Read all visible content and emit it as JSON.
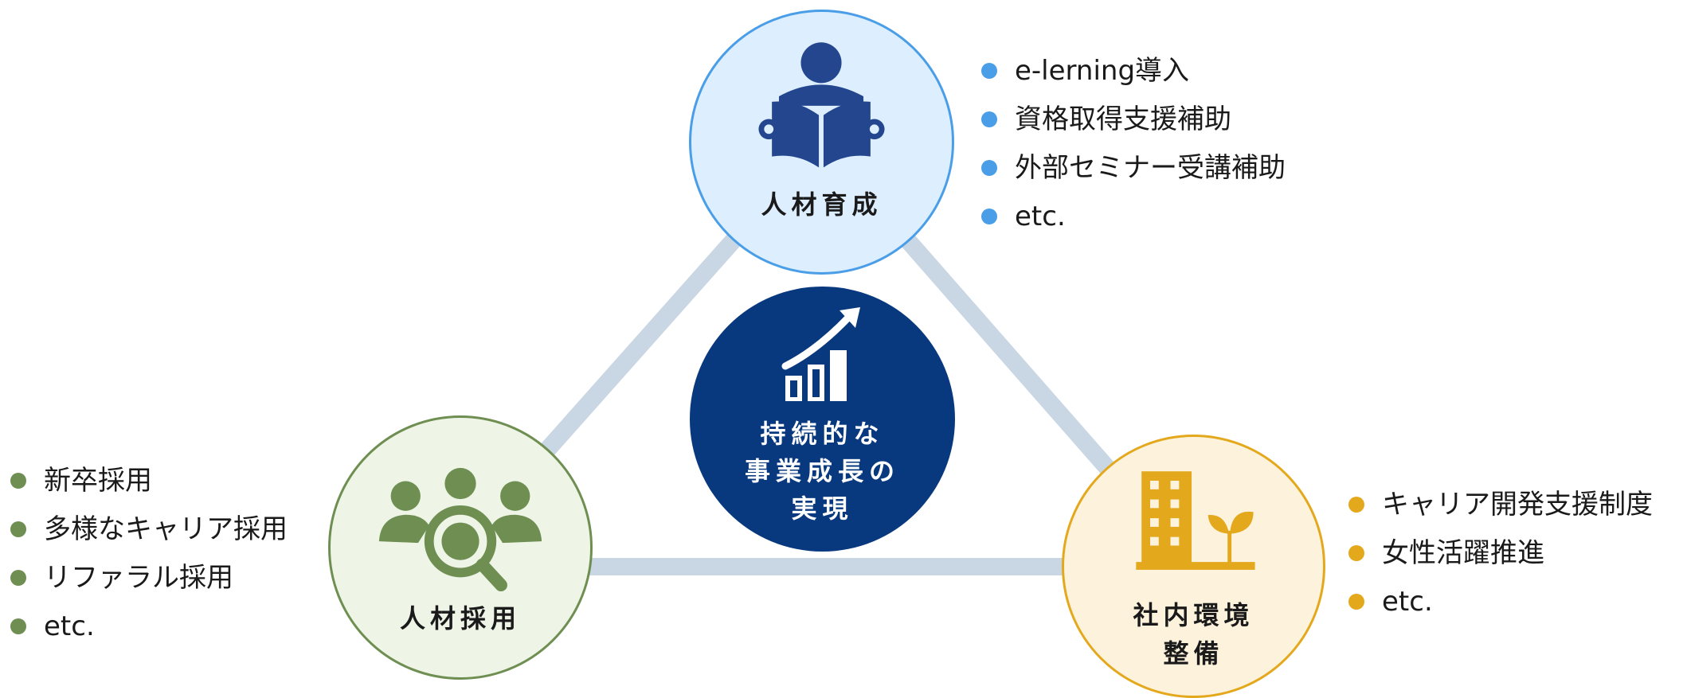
{
  "diagram": {
    "center": {
      "lines": [
        "持続的な",
        "事業成長の",
        "実現"
      ],
      "color": "#08397f",
      "icon": "growth-chart-icon"
    },
    "nodes": {
      "development": {
        "label": "人材育成",
        "icon": "person-reading-book-icon",
        "color": "#4a9ee8",
        "items": [
          "e-lerning導入",
          "資格取得支援補助",
          "外部セミナー受講補助",
          "etc."
        ]
      },
      "recruitment": {
        "label": "人材採用",
        "icon": "people-search-icon",
        "color": "#6f8f52",
        "items": [
          "新卒採用",
          "多様なキャリア採用",
          "リファラル採用",
          "etc."
        ]
      },
      "environment": {
        "label_lines": [
          "社内環境",
          "整備"
        ],
        "icon": "building-sprout-icon",
        "color": "#e4a81d",
        "items": [
          "キャリア開発支援制度",
          "女性活躍推進",
          "etc."
        ]
      }
    },
    "connector_color": "#c9d6e3"
  }
}
